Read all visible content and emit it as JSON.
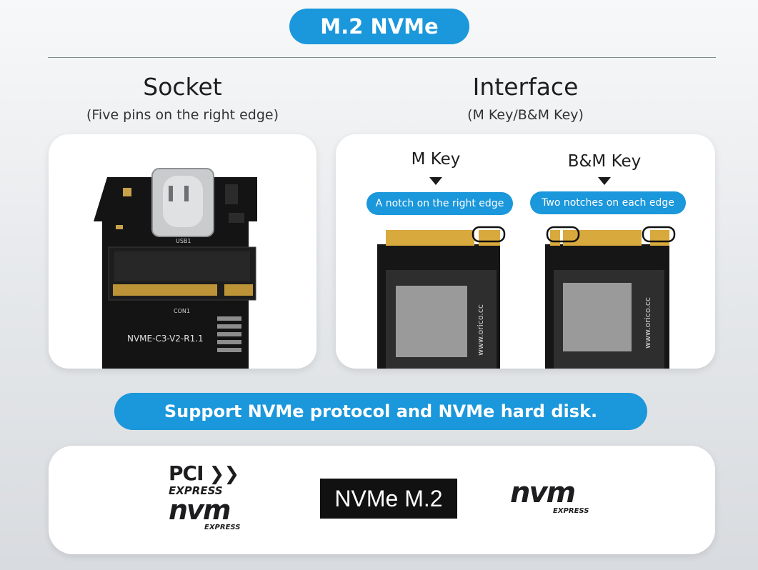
{
  "header": {
    "title": "M.2 NVMe"
  },
  "socket": {
    "heading": "Socket",
    "subheading": "(Five pins on the right edge)",
    "board_label": "NVME-C3-V2-R1.1",
    "usb_label": "USB1",
    "con_label": "CON1"
  },
  "interface": {
    "heading": "Interface",
    "subheading": "(M Key/B&M Key)",
    "m_key": {
      "title": "M Key",
      "note": "A notch on the right edge"
    },
    "bm_key": {
      "title": "B&M Key",
      "note": "Two notches on each edge"
    },
    "ssd_brand": "www.orico.cc"
  },
  "support_text": "Support NVMe protocol and NVMe hard disk.",
  "logos": {
    "pci_top": "PCI",
    "pci_express": "EXPRESS",
    "nvm": "nvm",
    "nvm_express": "EXPRESS",
    "nvme_m2": "NVMe M.2"
  },
  "colors": {
    "accent_blue": "#1b97db",
    "pcb_black": "#141414",
    "gold": "#d8a93c",
    "highlight_outline": "#111111"
  }
}
